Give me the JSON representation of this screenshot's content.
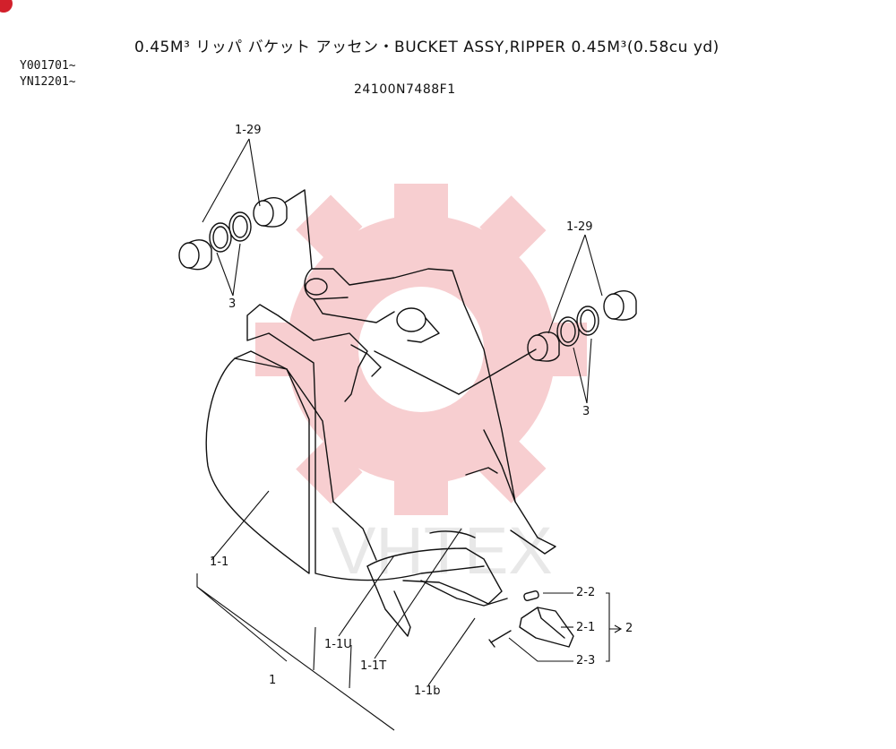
{
  "header": {
    "title": "0.45M³ リッパ バケット アッセン・BUCKET ASSY,RIPPER 0.45M³(0.58cu yd)",
    "serial_1": "Y001701~",
    "serial_2": "YN12201~",
    "part_number": "24100N7488F1"
  },
  "callouts": {
    "c_1_29_left": "1-29",
    "c_3_left": "3",
    "c_1_29_right": "1-29",
    "c_3_right": "3",
    "c_1_1": "1-1",
    "c_1_1u": "1-1U",
    "c_1_1t": "1-1T",
    "c_1_1b": "1-1b",
    "c_1": "1",
    "c_2_2": "2-2",
    "c_2_1": "2-1",
    "c_2_3": "2-3",
    "c_2": "2"
  },
  "watermark": {
    "text": "VHTEX",
    "color": "#f3b9bb"
  },
  "colors": {
    "line": "#111111",
    "accent": "#d2202b"
  }
}
